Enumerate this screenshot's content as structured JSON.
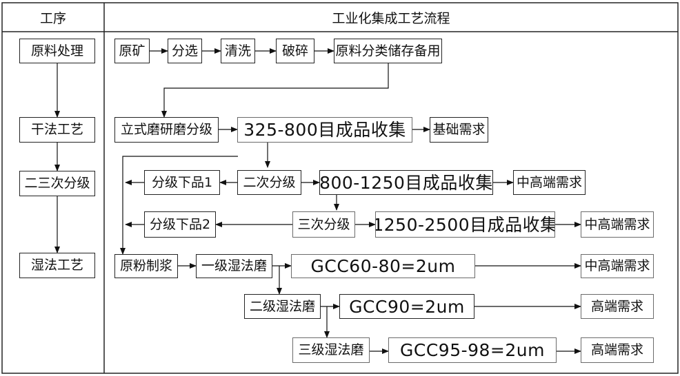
{
  "table": {
    "col1_header": "工序",
    "col2_header": "工业化集成工艺流程"
  },
  "stages": {
    "raw": "原料处理",
    "dry": "干法工艺",
    "classify": "二三次分级",
    "wet": "湿法工艺"
  },
  "row1": {
    "ore": "原矿",
    "sort": "分选",
    "wash": "清洗",
    "crush": "破碎",
    "store": "原料分类储存备用"
  },
  "row2": {
    "mill": "立式磨研磨分级",
    "product": "325-800目成品收集",
    "demand": "基础需求"
  },
  "row3": {
    "reject": "分级下品1",
    "classify": "二次分级",
    "product": "800-1250目成品收集",
    "demand": "中高端需求"
  },
  "row4": {
    "reject": "分级下品2",
    "classify": "三次分级",
    "product": "1250-2500目成品收集",
    "demand": "中高端需求"
  },
  "row5": {
    "slurry": "原粉制浆",
    "mill": "一级湿法磨",
    "product": "GCC60-80=2um",
    "demand": "中高端需求"
  },
  "row6": {
    "mill": "二级湿法磨",
    "product": "GCC90=2um",
    "demand": "高端需求"
  },
  "row7": {
    "mill": "三级湿法磨",
    "product": "GCC95-98=2um",
    "demand": "高端需求"
  }
}
